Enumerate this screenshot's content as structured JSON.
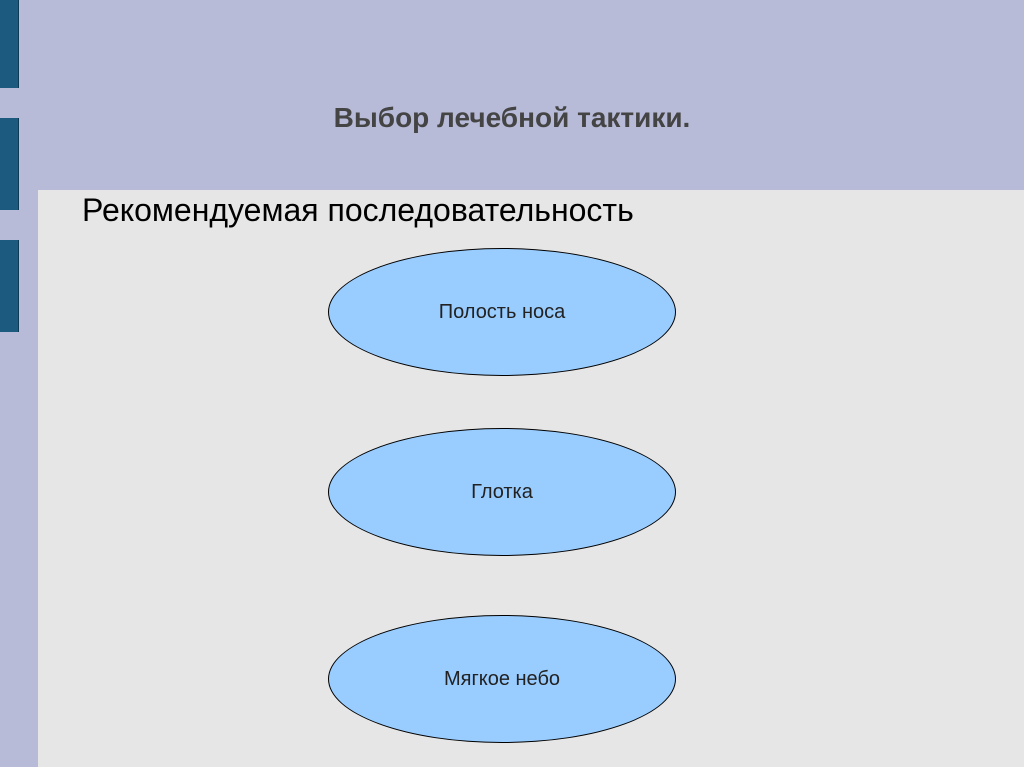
{
  "slide": {
    "title": "Выбор лечебной тактики.",
    "subtitle": "Рекомендуемая последовательность",
    "steps": [
      {
        "label": "Полость носа"
      },
      {
        "label": "Глотка"
      },
      {
        "label": "Мягкое небо"
      }
    ]
  },
  "colors": {
    "header_background": "#b7bbd8",
    "content_background": "#e6e6e6",
    "oval_fill": "#99ccff",
    "accent_bar": "#1d5a80"
  }
}
